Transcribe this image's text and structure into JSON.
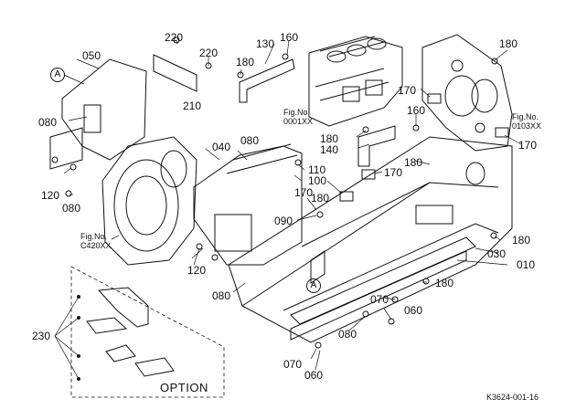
{
  "part_numbers": {
    "p010": "010",
    "p030": "030",
    "p040": "040",
    "p050": "050",
    "p060_a": "060",
    "p060_b": "060",
    "p070_a": "070",
    "p070_b": "070",
    "p080_a": "080",
    "p080_b": "080",
    "p080_c": "080",
    "p080_d": "080",
    "p080_e": "080",
    "p090": "090",
    "p100": "100",
    "p110": "110",
    "p120_a": "120",
    "p120_b": "120",
    "p130": "130",
    "p140": "140",
    "p160_a": "160",
    "p160_b": "160",
    "p170_a": "170",
    "p170_b": "170",
    "p170_c": "170",
    "p170_d": "170",
    "p180_a": "180",
    "p180_b": "180",
    "p180_c": "180",
    "p180_d": "180",
    "p180_e": "180",
    "p180_f": "180",
    "p180_g": "180",
    "p210": "210",
    "p220_a": "220",
    "p220_b": "220",
    "p230": "230"
  },
  "references": {
    "fig_0001": "Fig.No.\n0001XX",
    "fig_0103": "Fig.No.\n0103XX",
    "fig_c420": "Fig.No.\nC420XX"
  },
  "markers": {
    "a1": "A",
    "a2": "A"
  },
  "option_label": "OPTION",
  "drawing_code": "K3624-001-16"
}
